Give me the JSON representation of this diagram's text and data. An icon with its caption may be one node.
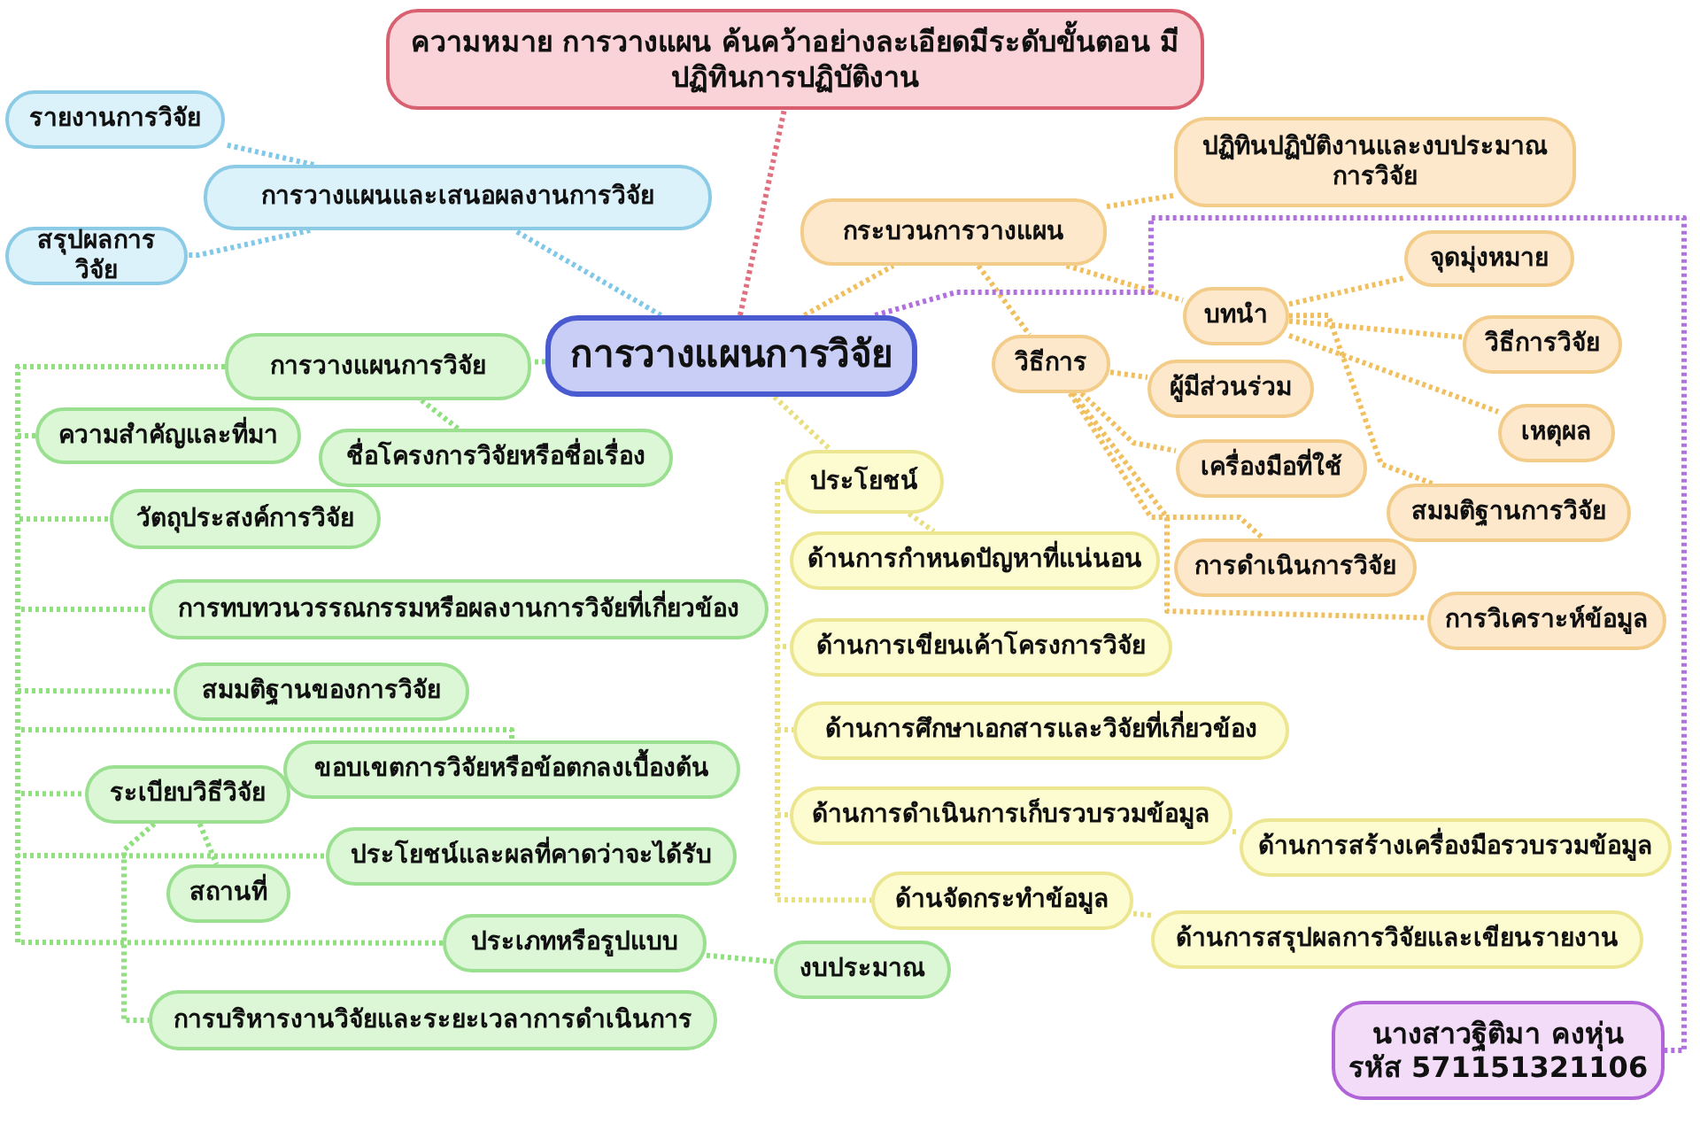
{
  "diagram": {
    "nodes": [
      {
        "text": [
          "การวางแผนการวิจัย"
        ]
      },
      {
        "text": [
          "ความหมาย การวางแผน ค้นคว้าอย่างละเอียดมีระดับขั้นตอน มีปฏิทินการปฏิบัติงาน"
        ]
      },
      {
        "text": [
          "การวางแผนและเสนอผลงานการวิจัย"
        ]
      },
      {
        "text": [
          "รายงานการวิจัย"
        ]
      },
      {
        "text": [
          "สรุปผลการวิจัย"
        ]
      },
      {
        "text": [
          "กระบวนการวางแผน"
        ]
      },
      {
        "text": [
          "ปฏิทินปฏิบัติงานและงบประมาณ การวิจัย"
        ]
      },
      {
        "text": [
          "บทนำ"
        ]
      },
      {
        "text": [
          "จุดมุ่งหมาย"
        ]
      },
      {
        "text": [
          "วิธีการวิจัย"
        ]
      },
      {
        "text": [
          "เหตุผล"
        ]
      },
      {
        "text": [
          "สมมติฐานการวิจัย"
        ]
      },
      {
        "text": [
          "วิธีการ"
        ]
      },
      {
        "text": [
          "ผู้มีส่วนร่วม"
        ]
      },
      {
        "text": [
          "เครื่องมือที่ใช้"
        ]
      },
      {
        "text": [
          "การดำเนินการวิจัย"
        ]
      },
      {
        "text": [
          "การวิเคราะห์ข้อมูล"
        ]
      },
      {
        "text": [
          "ประโยชน์"
        ]
      },
      {
        "text": [
          "ด้านการกำหนดปัญหาที่แน่นอน"
        ]
      },
      {
        "text": [
          "ด้านการเขียนเค้าโครงการวิจัย"
        ]
      },
      {
        "text": [
          "ด้านการศึกษาเอกสารและวิจัยที่เกี่ยวข้อง"
        ]
      },
      {
        "text": [
          "ด้านการดำเนินการเก็บรวบรวมข้อมูล"
        ]
      },
      {
        "text": [
          "ด้านการสร้างเครื่องมือรวบรวมข้อมูล"
        ]
      },
      {
        "text": [
          "ด้านจัดกระทำข้อมูล"
        ]
      },
      {
        "text": [
          "ด้านการสรุปผลการวิจัยและเขียนรายงาน"
        ]
      },
      {
        "text": [
          "การวางแผนการวิจัย"
        ]
      },
      {
        "text": [
          "ความสำคัญและที่มา"
        ]
      },
      {
        "text": [
          "ชื่อโครงการวิจัยหรือชื่อเรื่อง"
        ]
      },
      {
        "text": [
          "วัตถุประสงค์การวิจัย"
        ]
      },
      {
        "text": [
          "การทบทวนวรรณกรรมหรือผลงานการวิจัยที่เกี่ยวข้อง"
        ]
      },
      {
        "text": [
          "สมมติฐานของการวิจัย"
        ]
      },
      {
        "text": [
          "ระเบียบวิธีวิจัย"
        ]
      },
      {
        "text": [
          "ขอบเขตการวิจัยหรือข้อตกลงเบื้องต้น"
        ]
      },
      {
        "text": [
          "ประโยชน์และผลที่คาดว่าจะได้รับ"
        ]
      },
      {
        "text": [
          "สถานที่"
        ]
      },
      {
        "text": [
          "ประเภทหรือรูปแบบ"
        ]
      },
      {
        "text": [
          "การบริหารงานวิจัยและระยะเวลาการดำเนินการ"
        ]
      },
      {
        "text": [
          "งบประมาณ"
        ]
      },
      {
        "text": [
          "นางสาวฐิติมา คงหุ่น รหัส 571151321106"
        ]
      }
    ],
    "edges": [
      {
        "from": 0,
        "to": 1,
        "arrow": "none",
        "color": "#e07080"
      },
      {
        "from": 0,
        "to": 2,
        "arrow": "none",
        "color": "#80c8e8"
      },
      {
        "from": 2,
        "to": 3,
        "arrow": "none",
        "color": "#80c8e8"
      },
      {
        "from": 2,
        "to": 4,
        "arrow": "none",
        "color": "#80c8e8"
      },
      {
        "from": 0,
        "to": 5,
        "arrow": "none",
        "color": "#f0c060"
      },
      {
        "from": 5,
        "to": 6,
        "arrow": "none",
        "color": "#f0c060"
      },
      {
        "from": 5,
        "to": 7,
        "arrow": "none",
        "color": "#f0c060"
      },
      {
        "from": 5,
        "to": 12,
        "arrow": "none",
        "color": "#f0c060"
      },
      {
        "from": 7,
        "to": 8,
        "arrow": "none",
        "color": "#f0c060"
      },
      {
        "from": 7,
        "to": 9,
        "arrow": "none",
        "color": "#f0c060"
      },
      {
        "from": 7,
        "to": 10,
        "arrow": "none",
        "color": "#f0c060"
      },
      {
        "from": 7,
        "to": 11,
        "arrow": "none",
        "color": "#f0c060"
      },
      {
        "from": 12,
        "to": 13,
        "arrow": "none",
        "color": "#f0c060"
      },
      {
        "from": 12,
        "to": 14,
        "arrow": "none",
        "color": "#f0c060"
      },
      {
        "from": 12,
        "to": 15,
        "arrow": "none",
        "color": "#f0c060"
      },
      {
        "from": 12,
        "to": 16,
        "arrow": "none",
        "color": "#f0c060"
      },
      {
        "from": 0,
        "to": 17,
        "arrow": "none",
        "color": "#e8e080"
      },
      {
        "from": 17,
        "to": 18,
        "arrow": "none",
        "color": "#e8e080"
      },
      {
        "from": 17,
        "to": 19,
        "arrow": "none",
        "color": "#e8e080"
      },
      {
        "from": 17,
        "to": 20,
        "arrow": "none",
        "color": "#e8e080"
      },
      {
        "from": 17,
        "to": 21,
        "arrow": "none",
        "color": "#e8e080"
      },
      {
        "from": 21,
        "to": 22,
        "arrow": "none",
        "color": "#e8e080"
      },
      {
        "from": 17,
        "to": 23,
        "arrow": "none",
        "color": "#e8e080"
      },
      {
        "from": 23,
        "to": 24,
        "arrow": "none",
        "color": "#e8e080"
      },
      {
        "from": 0,
        "to": 25,
        "arrow": "none"
      },
      {
        "from": 25,
        "to": 26,
        "arrow": "none"
      },
      {
        "from": 25,
        "to": 27,
        "arrow": "none"
      },
      {
        "from": 25,
        "to": 28,
        "arrow": "none"
      },
      {
        "from": 25,
        "to": 29,
        "arrow": "none"
      },
      {
        "from": 25,
        "to": 30,
        "arrow": "none"
      },
      {
        "from": 25,
        "to": 31,
        "arrow": "none"
      },
      {
        "from": 25,
        "to": 32,
        "arrow": "none"
      },
      {
        "from": 25,
        "to": 33,
        "arrow": "none"
      },
      {
        "from": 31,
        "to": 34,
        "arrow": "none"
      },
      {
        "from": 25,
        "to": 35,
        "arrow": "none"
      },
      {
        "from": 31,
        "to": 36,
        "arrow": "none"
      },
      {
        "from": 35,
        "to": 37,
        "arrow": "none"
      },
      {
        "from": 0,
        "to": 38,
        "arrow": "none",
        "color": "#b070e0"
      }
    ]
  }
}
